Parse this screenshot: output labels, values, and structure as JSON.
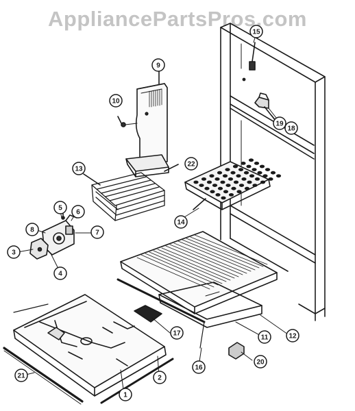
{
  "watermark": "AppliancePartsPros.com",
  "callouts": [
    "1",
    "2",
    "3",
    "4",
    "5",
    "6",
    "7",
    "8",
    "9",
    "10",
    "11",
    "12",
    "13",
    "14",
    "15",
    "16",
    "17",
    "18",
    "19",
    "20",
    "21",
    "22"
  ],
  "colors": {
    "ink": "#1a1a1a",
    "paper": "#ffffff",
    "watermark": "#c4c4c4"
  }
}
